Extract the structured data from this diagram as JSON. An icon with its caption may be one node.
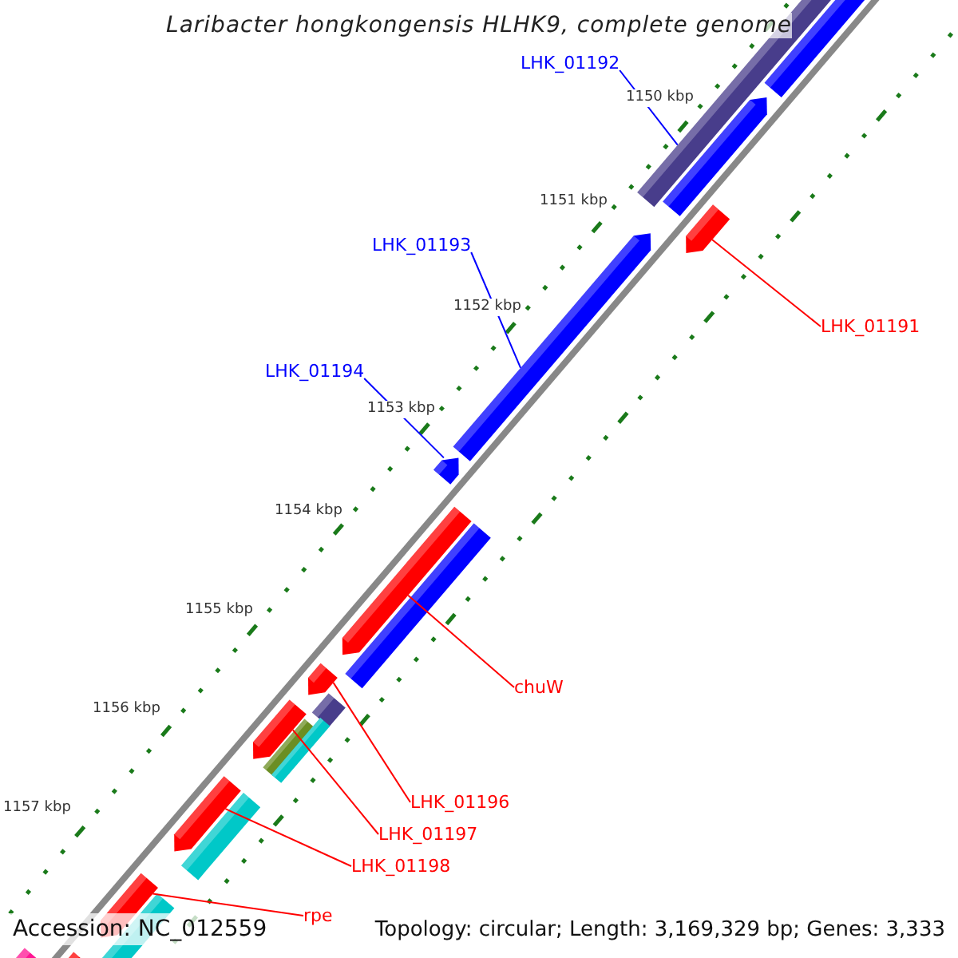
{
  "diagram": {
    "title": "Laribacter hongkongensis HLHK9, complete genome",
    "nodes": [
      {
        "text": [
          "LHK_01192"
        ]
      },
      {
        "text": [
          "LHK_01193"
        ]
      },
      {
        "text": [
          "LHK_01191"
        ]
      },
      {
        "text": [
          "LHK_01194"
        ]
      },
      {
        "text": [
          "chuW"
        ]
      },
      {
        "text": [
          "LHK_01196"
        ]
      },
      {
        "text": [
          "LHK_01197"
        ]
      },
      {
        "text": [
          "LHK_01198"
        ]
      },
      {
        "text": [
          "rpe"
        ]
      },
      {
        "text": [],
        "shape": "arrow"
      },
      {
        "text": [],
        "shape": "arrow"
      },
      {
        "text": [],
        "shape": "arrow"
      },
      {
        "text": [],
        "shape": "arrow"
      },
      {
        "text": [],
        "shape": "arrow"
      },
      {
        "text": [],
        "shape": "arrow"
      },
      {
        "text": [],
        "shape": "arrow"
      },
      {
        "text": [],
        "shape": "arrow"
      },
      {
        "text": [],
        "shape": "arrow"
      }
    ],
    "edges": [
      {
        "from": 0,
        "to": 9,
        "arrow": "none",
        "color": "#0000ff"
      },
      {
        "from": 1,
        "to": 10,
        "arrow": "none",
        "color": "#0000ff"
      },
      {
        "from": 2,
        "to": 11,
        "arrow": "none"
      },
      {
        "from": 3,
        "to": 12,
        "arrow": "none",
        "color": "#0000ff"
      },
      {
        "from": 4,
        "to": 13,
        "arrow": "none"
      },
      {
        "from": 5,
        "to": 14,
        "arrow": "none"
      },
      {
        "from": 6,
        "to": 15,
        "arrow": "none"
      },
      {
        "from": 7,
        "to": 16,
        "arrow": "none"
      },
      {
        "from": 8,
        "to": 17,
        "arrow": "none"
      }
    ],
    "labels": [
      "1150 kbp",
      "1151 kbp",
      "1152 kbp",
      "1153 kbp",
      "1154 kbp",
      "1155 kbp",
      "1156 kbp",
      "1157 kbp",
      "Accession: NC_012559",
      "Topology: circular; Length: 3,169,329 bp; Genes: 3,333"
    ]
  }
}
